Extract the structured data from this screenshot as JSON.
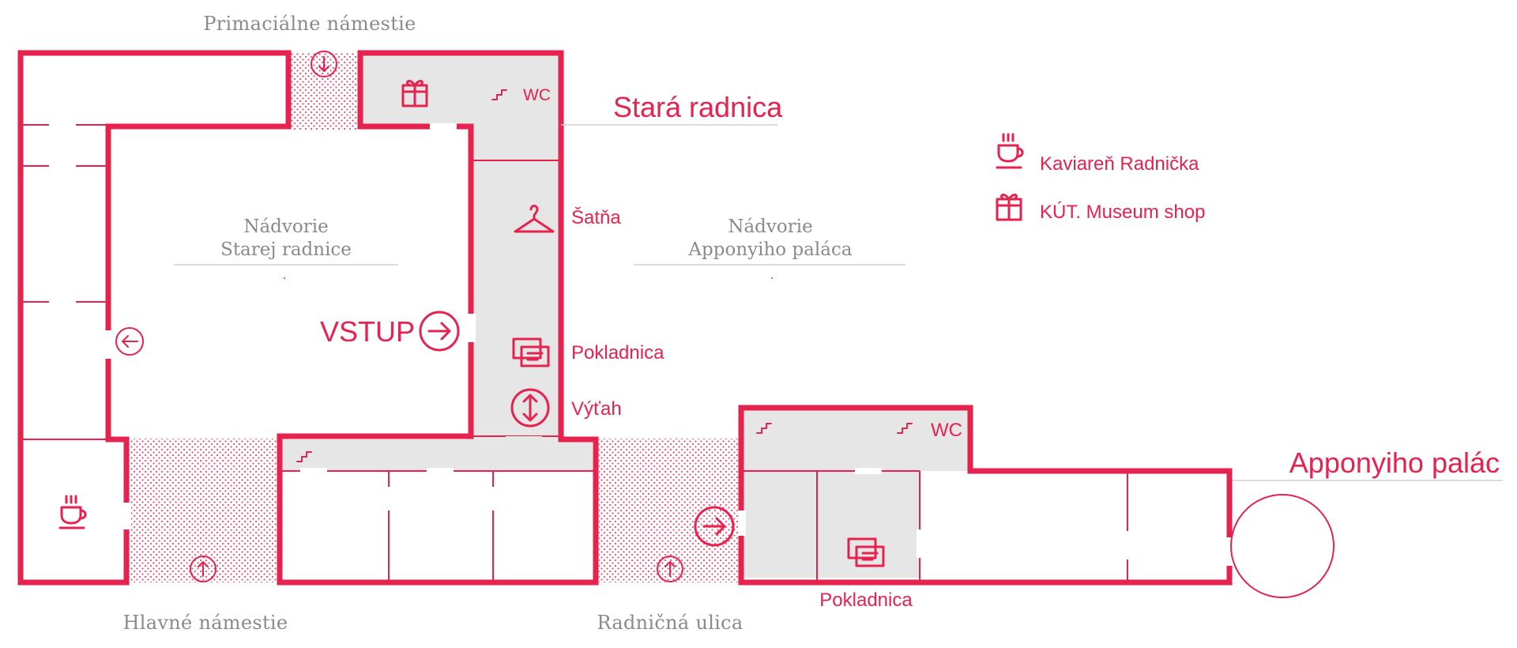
{
  "streets": {
    "top": "Primaciálne námestie",
    "bottom_left": "Hlavné námestie",
    "bottom_right": "Radničná ulica"
  },
  "courtyards": {
    "left_line1": "Nádvorie",
    "left_line2": "Starej radnice",
    "right_line1": "Nádvorie",
    "right_line2": "Apponyiho paláca"
  },
  "buildings": {
    "old_town_hall": "Stará radnica",
    "apponyi_palace": "Apponyiho palác"
  },
  "labels": {
    "entrance": "VSTUP",
    "wc_1": "WC",
    "wc_2": "WC",
    "cloakroom": "Šatňa",
    "ticket_office_1": "Pokladnica",
    "ticket_office_2": "Pokladnica",
    "elevator": "Výťah"
  },
  "legend": {
    "cafe": "Kaviareň Radnička",
    "shop": "KÚT. Museum shop"
  },
  "icons": {
    "cafe": "coffee-cup-icon",
    "shop": "gift-icon",
    "cloakroom": "hanger-icon",
    "ticket_office": "tickets-icon",
    "elevator": "elevator-icon",
    "stairs": "stairs-icon",
    "entrance": "arrow-right-circle-icon",
    "exit": "arrow-left-circle-icon",
    "walk_up": "arrow-up-circle-icon",
    "walk_down": "arrow-down-circle-icon"
  },
  "colors": {
    "accent": "#e6224f",
    "street_text": "#8a8a8a",
    "corridor_fill": "#e6e6e6"
  }
}
